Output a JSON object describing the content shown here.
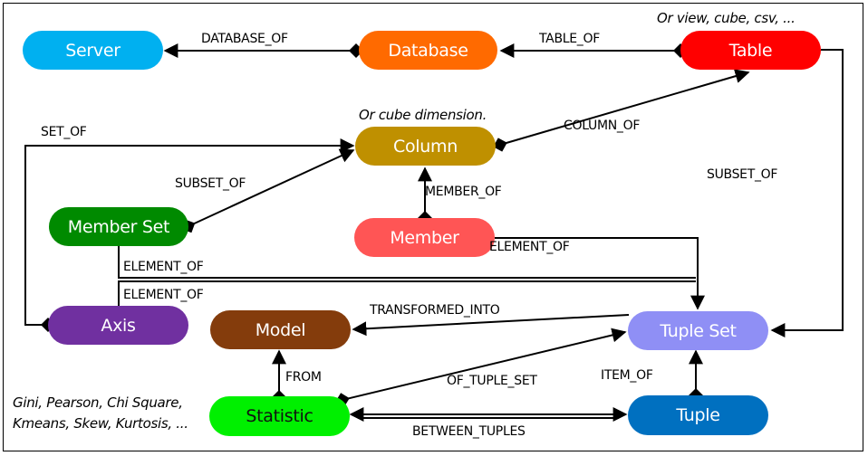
{
  "diagram": {
    "nodes": {
      "server": {
        "label": "Server",
        "color": "#00B0F0"
      },
      "database": {
        "label": "Database",
        "color": "#FF6A00"
      },
      "table": {
        "label": "Table",
        "color": "#FF0000"
      },
      "column": {
        "label": "Column",
        "color": "#BF9000"
      },
      "member_set": {
        "label": "Member Set",
        "color": "#008A00"
      },
      "member": {
        "label": "Member",
        "color": "#FF5555"
      },
      "axis": {
        "label": "Axis",
        "color": "#7030A0"
      },
      "model": {
        "label": "Model",
        "color": "#843C0C"
      },
      "tuple_set": {
        "label": "Tuple Set",
        "color": "#8F8FF5"
      },
      "statistic": {
        "label": "Statistic",
        "color": "#00F000"
      },
      "tuple": {
        "label": "Tuple",
        "color": "#0070C0"
      }
    },
    "edges": {
      "database_of": "DATABASE_OF",
      "table_of": "TABLE_OF",
      "column_of": "COLUMN_OF",
      "set_of": "SET_OF",
      "subset_of_left": "SUBSET_OF",
      "member_of": "MEMBER_OF",
      "subset_of_right": "SUBSET_OF",
      "element_of_member": "ELEMENT_OF",
      "element_of_memberset": "ELEMENT_OF",
      "element_of_axis": "ELEMENT_OF",
      "transformed_into": "TRANSFORMED_INTO",
      "from": "FROM",
      "of_tuple_set": "OF_TUPLE_SET",
      "item_of": "ITEM_OF",
      "between_tuples": "BETWEEN_TUPLES"
    },
    "notes": {
      "table_note": "Or view, cube, csv, ...",
      "column_note": "Or cube dimension.",
      "statistic_note_line1": "Gini, Pearson, Chi Square,",
      "statistic_note_line2": "Kmeans, Skew, Kurtosis, ..."
    }
  }
}
